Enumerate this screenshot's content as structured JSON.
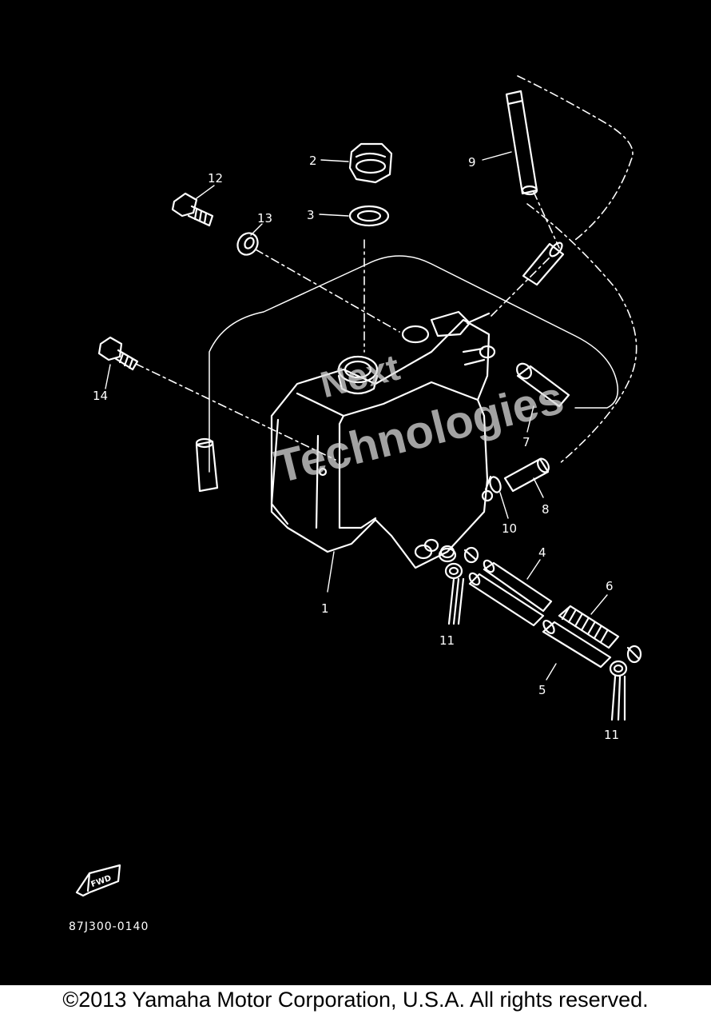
{
  "diagram": {
    "parts": [
      {
        "num": "1",
        "name": "tank"
      },
      {
        "num": "2",
        "name": "cap"
      },
      {
        "num": "3",
        "name": "gasket"
      },
      {
        "num": "4",
        "name": "hose"
      },
      {
        "num": "5",
        "name": "hose"
      },
      {
        "num": "6",
        "name": "spring-hose"
      },
      {
        "num": "7",
        "name": "hose"
      },
      {
        "num": "8",
        "name": "hose"
      },
      {
        "num": "9",
        "name": "hose"
      },
      {
        "num": "10",
        "name": "clip"
      },
      {
        "num": "11",
        "name": "clamp"
      },
      {
        "num": "11",
        "name": "clamp"
      },
      {
        "num": "12",
        "name": "bolt"
      },
      {
        "num": "13",
        "name": "washer"
      },
      {
        "num": "14",
        "name": "bolt"
      }
    ],
    "fwd_label": "FWD",
    "diagram_code": "87J300-0140",
    "watermark_line1": "Next",
    "watermark_line2": "Technologies",
    "colors": {
      "background": "#000000",
      "linework": "#ffffff",
      "page": "#ffffff"
    }
  },
  "footer": {
    "copyright": "©2013 Yamaha Motor Corporation, U.S.A. All rights reserved."
  }
}
